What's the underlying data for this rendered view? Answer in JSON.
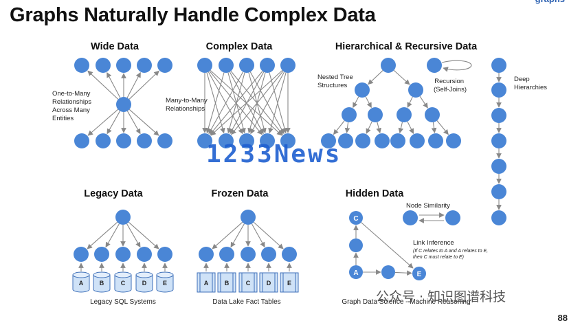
{
  "title": "Graphs Naturally Handle Complex Data",
  "corner_logo": "graphs",
  "corner_bottom": "88",
  "sections": {
    "wide": {
      "title": "Wide Data",
      "label": [
        "One-to-Many",
        "Relationships",
        "Across Many",
        "Entities"
      ]
    },
    "complex": {
      "title": "Complex Data",
      "label": [
        "Many-to-Many",
        "Relationships"
      ]
    },
    "hier": {
      "title": "Hierarchical & Recursive Data",
      "nested": [
        "Nested Tree",
        "Structures"
      ],
      "recursion": [
        "Recursion",
        "(Self-Joins)"
      ],
      "deep": [
        "Deep",
        "Hierarchies"
      ]
    },
    "legacy": {
      "title": "Legacy Data",
      "caption": "Legacy SQL Systems",
      "dbs": [
        "A",
        "B",
        "C",
        "D",
        "E"
      ]
    },
    "frozen": {
      "title": "Frozen Data",
      "caption": "Data Lake Fact Tables",
      "tables": [
        "A",
        "B",
        "C",
        "D",
        "E"
      ]
    },
    "hidden": {
      "title": "Hidden Data",
      "similarity": "Node Similarity",
      "link_title": "Link Inference",
      "link_desc": [
        "(If C relates to A and A relates to E,",
        "then C must relate to E)"
      ],
      "nodes": {
        "c": "C",
        "a": "A",
        "e": "E"
      },
      "caption": "Graph Data Science - Machine Reasoning"
    }
  },
  "watermark": "1233News",
  "wechat": "公众号 · 知识图谱科技",
  "colors": {
    "node": "#4a86d6",
    "edge": "#888888",
    "title": "#111111",
    "watermark": "#1e5fd0"
  }
}
